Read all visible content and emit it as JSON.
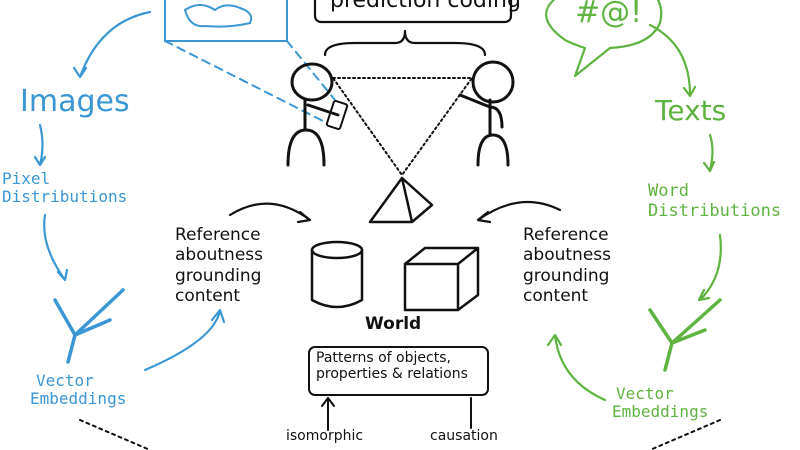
{
  "colors": {
    "images": "#3a97d4",
    "texts": "#5fb340",
    "ink": "#111111"
  },
  "top_box": {
    "label": "prediction coding"
  },
  "speech_bubble": {
    "label": "#@!"
  },
  "left": {
    "title": "Images",
    "level1": [
      "Pixel",
      "Distributions"
    ],
    "level2": [
      "Vector",
      "Embeddings"
    ],
    "reference": [
      "Reference",
      "aboutness",
      "grounding",
      "content"
    ]
  },
  "right": {
    "title": "Texts",
    "level1": [
      "Word",
      "Distributions"
    ],
    "level2": [
      "Vector",
      "Embeddings"
    ],
    "reference": [
      "Reference",
      "aboutness",
      "grounding",
      "content"
    ]
  },
  "world": {
    "label": "World",
    "box": [
      "Patterns of objects,",
      "properties & relations"
    ],
    "isomorphic": "isomorphic",
    "causation": "causation"
  }
}
